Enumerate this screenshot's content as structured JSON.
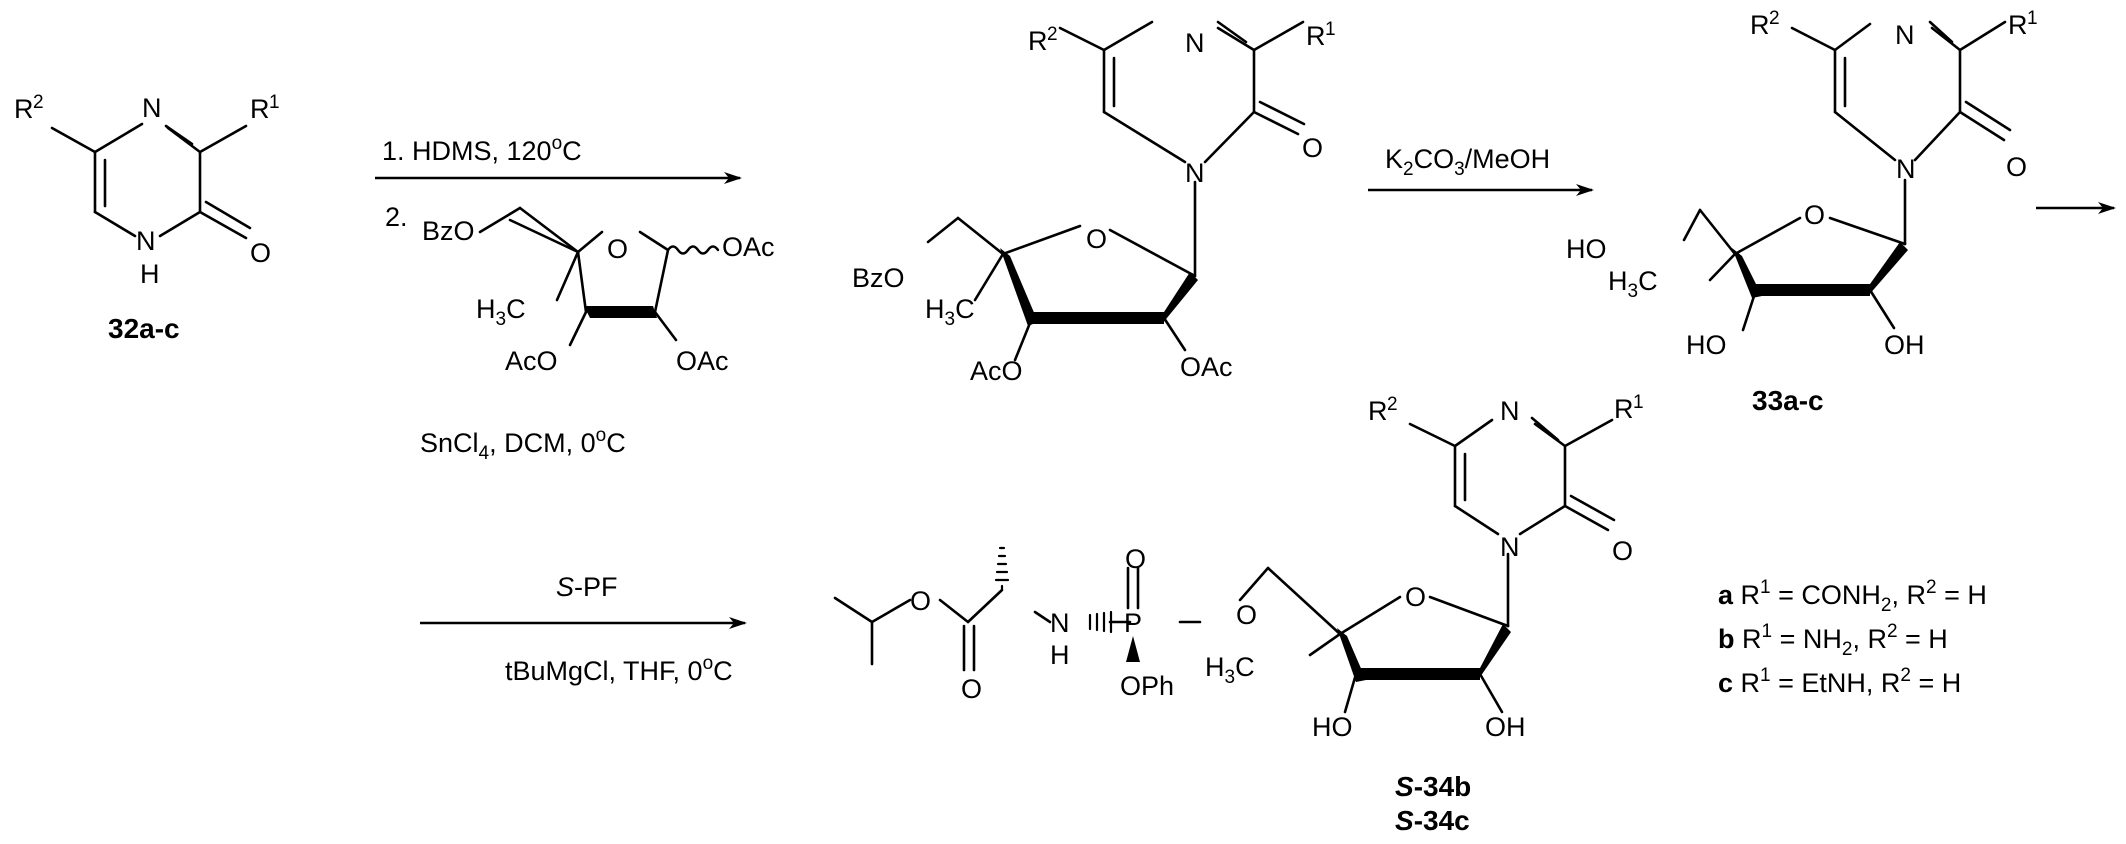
{
  "scheme": {
    "step1": {
      "condition_1": "1. HDMS, 120",
      "condition_1_unit": "C",
      "condition_2_prefix": "2.",
      "condition_3": "SnCl",
      "condition_3_sub": "4",
      "condition_3_rest": ", DCM, 0",
      "condition_3_unit": "C"
    },
    "step2": {
      "reagent_k": "K",
      "reagent_k_sub": "2",
      "reagent_co": "CO",
      "reagent_co_sub": "3",
      "reagent_rest": "/MeOH"
    },
    "step3": {
      "reagent_italic": "S",
      "reagent_rest": "-PF",
      "condition": "tBuMgCl, THF, 0",
      "condition_unit": "C"
    },
    "degree_symbol": "o",
    "compounds": {
      "start": "32a-c",
      "intermediate": "33a-c",
      "product_b_prefix": "S",
      "product_b_rest": "-34b",
      "product_c_prefix": "S",
      "product_c_rest": "-34c"
    },
    "atoms": {
      "N": "N",
      "NH": "H",
      "O": "O",
      "R": "R",
      "one": "1",
      "two": "2",
      "OAc": "OAc",
      "AcO": "AcO",
      "BzO": "BzO",
      "HO": "HO",
      "OH": "OH",
      "H3C_H": "H",
      "H3C_3": "3",
      "H3C_C": "C",
      "P": "P",
      "OPh": "OPh",
      "NH_label": "N",
      "H_label": "H"
    },
    "legend": {
      "a_letter": "a",
      "a_text_1": " R",
      "a_text_2": " = CONH",
      "a_text_3": ", R",
      "a_text_4": " = H",
      "b_letter": "b",
      "b_text_2": " = NH",
      "c_letter": "c",
      "c_text_2": " = EtNH"
    }
  }
}
